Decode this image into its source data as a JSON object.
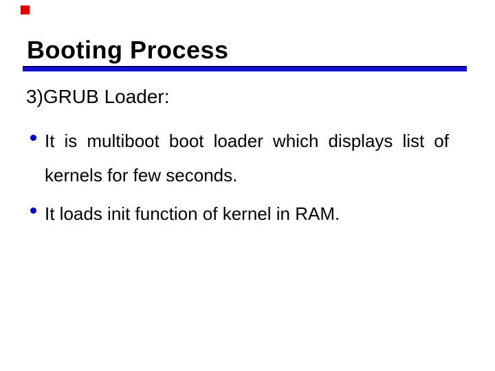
{
  "slide": {
    "title": "Booting Process",
    "heading": "3)GRUB Loader:",
    "bullets": [
      {
        "lines": [
          "It is multiboot boot loader which displays list of",
          "kernels for few seconds."
        ]
      },
      {
        "lines": [
          "It loads init function of kernel in RAM."
        ]
      }
    ],
    "colors": {
      "background": "#ffffff",
      "title_text": "#000000",
      "body_text": "#000000",
      "rule_blue": "#1212d0",
      "rule_edge": "#00006a",
      "bullet_dot": "#0000cc",
      "corner_marker_red": "#e00000"
    }
  }
}
